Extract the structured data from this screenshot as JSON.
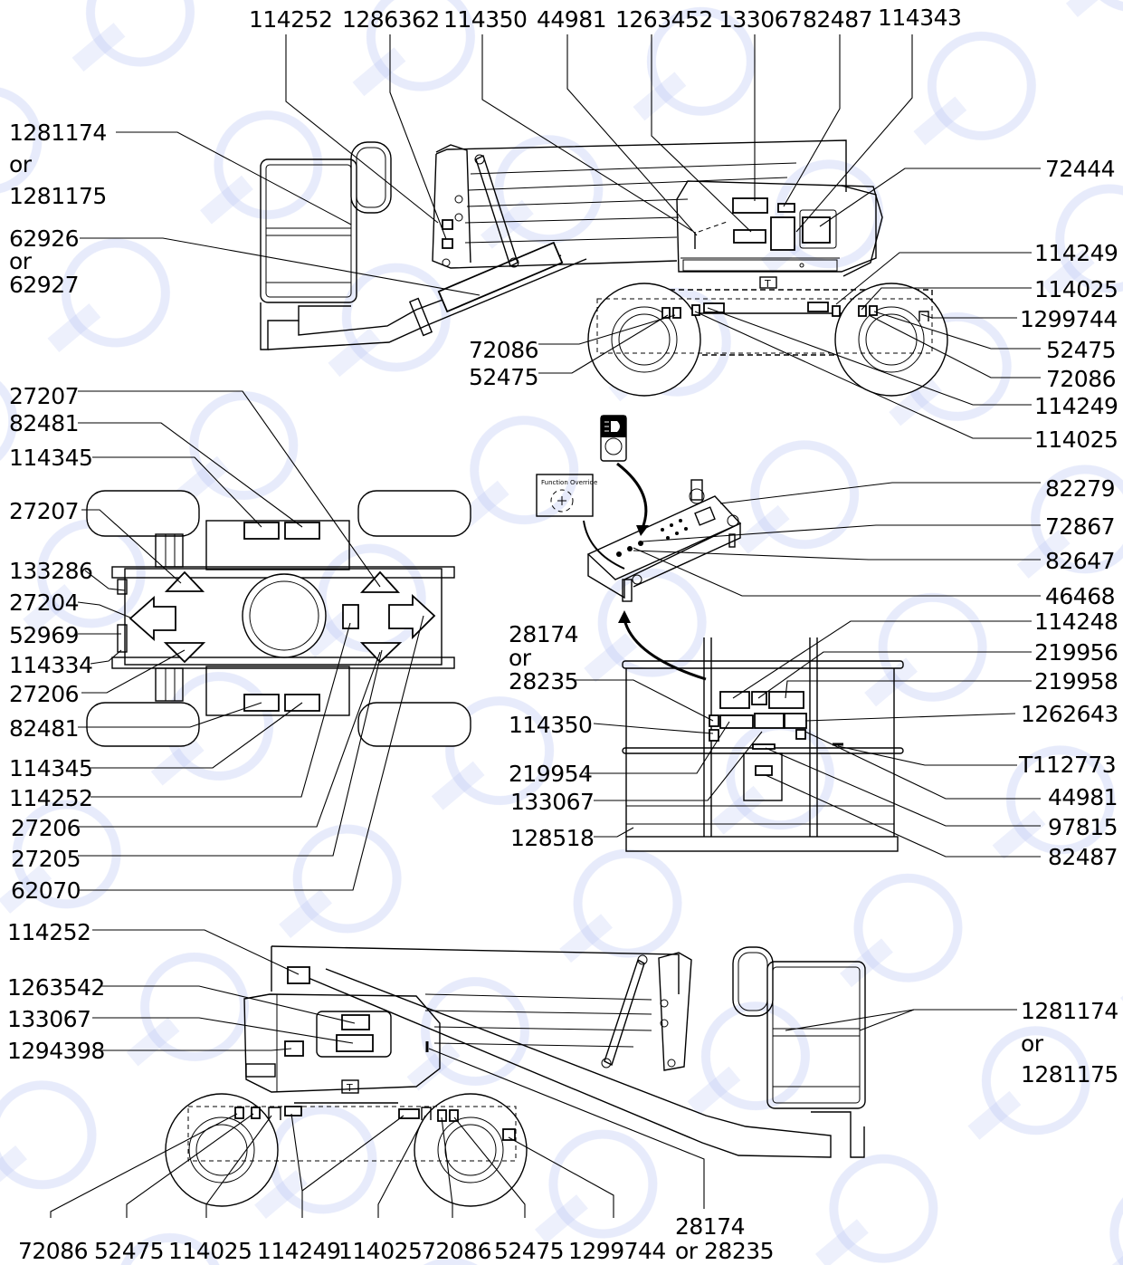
{
  "diagram": {
    "callouts": [
      {
        "id": "t1",
        "text": "114252"
      },
      {
        "id": "t2",
        "text": "1286362"
      },
      {
        "id": "t3",
        "text": "114350"
      },
      {
        "id": "t4",
        "text": "44981"
      },
      {
        "id": "t5",
        "text": "1263452"
      },
      {
        "id": "t6",
        "text": "133067"
      },
      {
        "id": "t7",
        "text": "82487"
      },
      {
        "id": "t8",
        "text": "114343"
      },
      {
        "id": "l1a",
        "text": "1281174"
      },
      {
        "id": "l1b",
        "text": "or"
      },
      {
        "id": "l1c",
        "text": "1281175"
      },
      {
        "id": "l2a",
        "text": "62926"
      },
      {
        "id": "l2b",
        "text": "or"
      },
      {
        "id": "l2c",
        "text": "62927"
      },
      {
        "id": "r1",
        "text": "72444"
      },
      {
        "id": "r2",
        "text": "114249"
      },
      {
        "id": "r3",
        "text": "114025"
      },
      {
        "id": "r4",
        "text": "1299744"
      },
      {
        "id": "r5",
        "text": "52475"
      },
      {
        "id": "r6",
        "text": "72086"
      },
      {
        "id": "r7",
        "text": "114249"
      },
      {
        "id": "r8",
        "text": "114025"
      },
      {
        "id": "m1",
        "text": "72086"
      },
      {
        "id": "m2",
        "text": "52475"
      },
      {
        "id": "p1",
        "text": "27207"
      },
      {
        "id": "p2",
        "text": "82481"
      },
      {
        "id": "p3",
        "text": "114345"
      },
      {
        "id": "p4",
        "text": "27207"
      },
      {
        "id": "p5",
        "text": "133286"
      },
      {
        "id": "p6",
        "text": "27204"
      },
      {
        "id": "p7",
        "text": "52969"
      },
      {
        "id": "p8",
        "text": "114334"
      },
      {
        "id": "p9",
        "text": "27206"
      },
      {
        "id": "p10",
        "text": "82481"
      },
      {
        "id": "p11",
        "text": "114345"
      },
      {
        "id": "p12",
        "text": "114252"
      },
      {
        "id": "p13",
        "text": "27206"
      },
      {
        "id": "p14",
        "text": "27205"
      },
      {
        "id": "p15",
        "text": "62070"
      },
      {
        "id": "c1",
        "text": "82279"
      },
      {
        "id": "c2",
        "text": "72867"
      },
      {
        "id": "c3",
        "text": "82647"
      },
      {
        "id": "c4",
        "text": "46468"
      },
      {
        "id": "k1",
        "text": "114248"
      },
      {
        "id": "k2",
        "text": "219956"
      },
      {
        "id": "k3",
        "text": "219958"
      },
      {
        "id": "k4",
        "text": "1262643"
      },
      {
        "id": "k5",
        "text": "T112773"
      },
      {
        "id": "k6",
        "text": "44981"
      },
      {
        "id": "k7",
        "text": "97815"
      },
      {
        "id": "k8",
        "text": "82487"
      },
      {
        "id": "q1a",
        "text": "28174"
      },
      {
        "id": "q1b",
        "text": "or"
      },
      {
        "id": "q1c",
        "text": "28235"
      },
      {
        "id": "q2",
        "text": "114350"
      },
      {
        "id": "q3",
        "text": "219954"
      },
      {
        "id": "q4",
        "text": "133067"
      },
      {
        "id": "q5",
        "text": "128518"
      },
      {
        "id": "b1",
        "text": "114252"
      },
      {
        "id": "b2",
        "text": "1263542"
      },
      {
        "id": "b3",
        "text": "133067"
      },
      {
        "id": "b4",
        "text": "1294398"
      },
      {
        "id": "b5a",
        "text": "1281174"
      },
      {
        "id": "b5b",
        "text": "or"
      },
      {
        "id": "b5c",
        "text": "1281175"
      },
      {
        "id": "u1",
        "text": "72086"
      },
      {
        "id": "u2",
        "text": "52475"
      },
      {
        "id": "u3",
        "text": "114025"
      },
      {
        "id": "u4",
        "text": "114249"
      },
      {
        "id": "u5",
        "text": "114025"
      },
      {
        "id": "u6",
        "text": "72086"
      },
      {
        "id": "u7",
        "text": "52475"
      },
      {
        "id": "u8",
        "text": "1299744"
      },
      {
        "id": "u9a",
        "text": "28174"
      },
      {
        "id": "u9b",
        "text": "or 28235"
      }
    ],
    "panel_text": "Function Override",
    "colors": {
      "line": "#000000",
      "background": "#ffffff",
      "watermark": "#b9c5f2"
    }
  }
}
